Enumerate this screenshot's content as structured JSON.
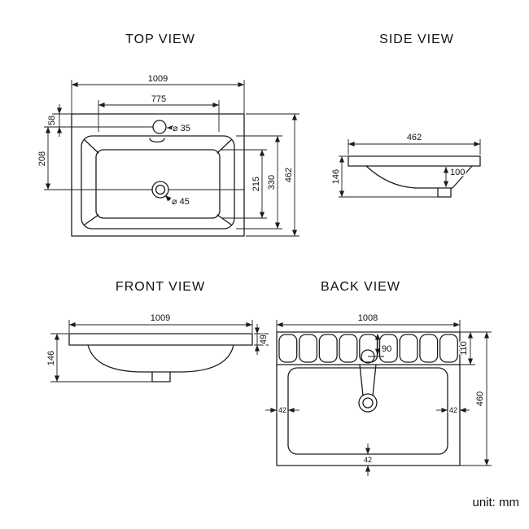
{
  "views": {
    "top": {
      "title": "TOP VIEW",
      "width": "1009",
      "inner_width": "775",
      "faucet_offset": "58",
      "faucet_to_drain": "208",
      "drain_span": "215",
      "basin_depth": "330",
      "depth": "462",
      "faucet_diameter": "⌀ 35",
      "drain_diameter": "⌀ 45"
    },
    "side": {
      "title": "SIDE VIEW",
      "depth": "462",
      "height": "146",
      "bowl_depth": "100"
    },
    "front": {
      "title": "FRONT VIEW",
      "width": "1009",
      "rim_thickness": "49",
      "height": "146"
    },
    "back": {
      "title": "BACK VIEW",
      "width": "1008",
      "band_height": "110",
      "faucet_offset": "90",
      "height": "460",
      "inset_left": "42",
      "inset_right": "42",
      "inset_bottom": "42"
    }
  },
  "footer": {
    "unit_label": "unit: mm"
  }
}
